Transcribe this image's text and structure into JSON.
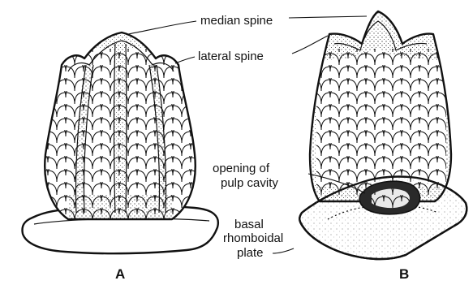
{
  "labels": {
    "median_spine": "median spine",
    "lateral_spine": "lateral spine",
    "opening_line1": "opening of",
    "opening_line2": "pulp cavity",
    "basal_line1": "basal",
    "basal_line2": "rhomboidal",
    "basal_line3": "plate",
    "figure_a": "A",
    "figure_b": "B"
  }
}
